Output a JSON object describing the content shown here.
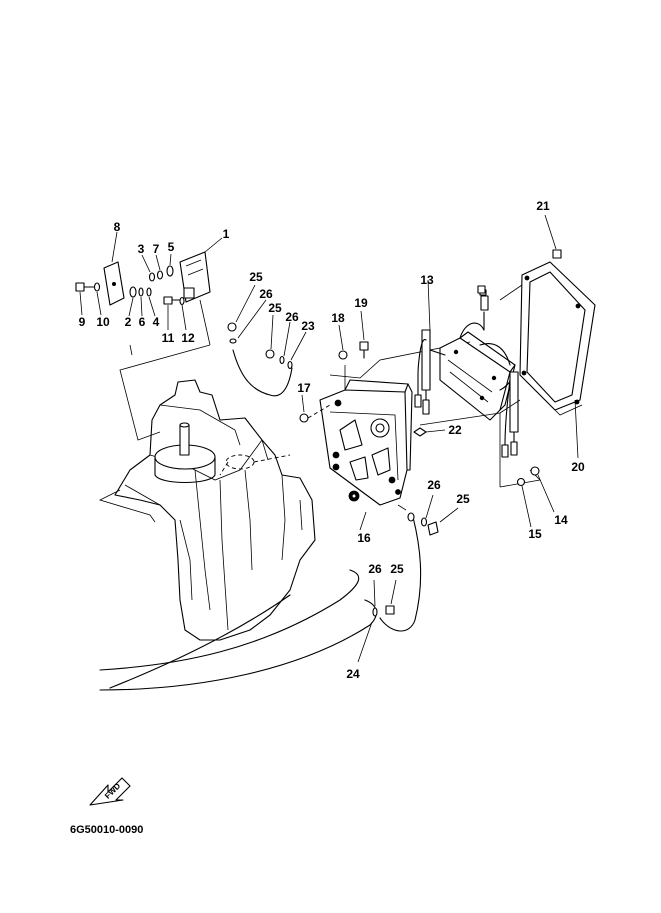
{
  "diagram": {
    "drawing_code": "6G50010-0090",
    "direction_arrow_text": "FWD",
    "callouts": [
      {
        "id": "callout-1",
        "text": "1"
      },
      {
        "id": "callout-2",
        "text": "2"
      },
      {
        "id": "callout-3",
        "text": "3"
      },
      {
        "id": "callout-4",
        "text": "4"
      },
      {
        "id": "callout-5",
        "text": "5"
      },
      {
        "id": "callout-6",
        "text": "6"
      },
      {
        "id": "callout-7",
        "text": "7"
      },
      {
        "id": "callout-8",
        "text": "8"
      },
      {
        "id": "callout-9",
        "text": "9"
      },
      {
        "id": "callout-10",
        "text": "10"
      },
      {
        "id": "callout-11",
        "text": "11"
      },
      {
        "id": "callout-12",
        "text": "12"
      },
      {
        "id": "callout-13",
        "text": "13"
      },
      {
        "id": "callout-14",
        "text": "14"
      },
      {
        "id": "callout-15",
        "text": "15"
      },
      {
        "id": "callout-16",
        "text": "16"
      },
      {
        "id": "callout-17",
        "text": "17"
      },
      {
        "id": "callout-18",
        "text": "18"
      },
      {
        "id": "callout-19",
        "text": "19"
      },
      {
        "id": "callout-20",
        "text": "20"
      },
      {
        "id": "callout-21",
        "text": "21"
      },
      {
        "id": "callout-22",
        "text": "22"
      },
      {
        "id": "callout-23",
        "text": "23"
      },
      {
        "id": "callout-24",
        "text": "24"
      },
      {
        "id": "callout-25a",
        "text": "25"
      },
      {
        "id": "callout-25b",
        "text": "25"
      },
      {
        "id": "callout-25c",
        "text": "25"
      },
      {
        "id": "callout-25d",
        "text": "25"
      },
      {
        "id": "callout-26a",
        "text": "26"
      },
      {
        "id": "callout-26b",
        "text": "26"
      },
      {
        "id": "callout-26c",
        "text": "26"
      },
      {
        "id": "callout-26d",
        "text": "26"
      }
    ]
  }
}
